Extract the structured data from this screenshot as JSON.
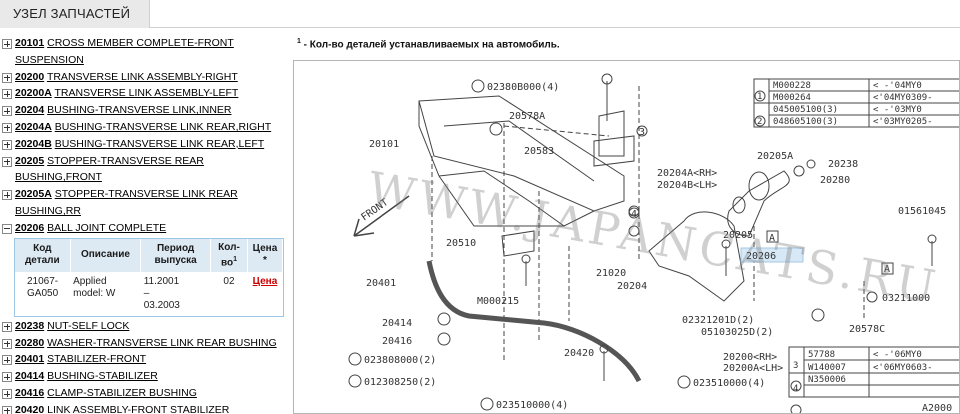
{
  "header": {
    "tab_label": "УЗЕЛ ЗАПЧАСТЕЙ"
  },
  "parts": [
    {
      "code": "20101",
      "name": "CROSS MEMBER COMPLETE-FRONT SUSPENSION",
      "expanded": false
    },
    {
      "code": "20200",
      "name": "TRANSVERSE LINK ASSEMBLY-RIGHT",
      "expanded": false
    },
    {
      "code": "20200A",
      "name": "TRANSVERSE LINK ASSEMBLY-LEFT",
      "expanded": false
    },
    {
      "code": "20204",
      "name": "BUSHING-TRANSVERSE LINK,INNER",
      "expanded": false
    },
    {
      "code": "20204A",
      "name": "BUSHING-TRANSVERSE LINK REAR,RIGHT",
      "expanded": false
    },
    {
      "code": "20204B",
      "name": "BUSHING-TRANSVERSE LINK REAR,LEFT",
      "expanded": false
    },
    {
      "code": "20205",
      "name": "STOPPER-TRANSVERSE REAR BUSHING,FRONT",
      "expanded": false
    },
    {
      "code": "20205A",
      "name": "STOPPER-TRANSVERSE LINK REAR BUSHING,RR",
      "expanded": false
    },
    {
      "code": "20206",
      "name": "BALL JOINT COMPLETE",
      "expanded": true
    },
    {
      "code": "20238",
      "name": "NUT-SELF LOCK",
      "expanded": false
    },
    {
      "code": "20280",
      "name": "WASHER-TRANSVERSE LINK REAR BUSHING",
      "expanded": false
    },
    {
      "code": "20401",
      "name": "STABILIZER-FRONT",
      "expanded": false
    },
    {
      "code": "20414",
      "name": "BUSHING-STABILIZER",
      "expanded": false
    },
    {
      "code": "20416",
      "name": "CLAMP-STABILIZER BUSHING",
      "expanded": false
    },
    {
      "code": "20420",
      "name": "LINK ASSEMBLY-FRONT STABILIZER",
      "expanded": false
    }
  ],
  "detail_table": {
    "headers": {
      "part_no": "Код детали",
      "description": "Описание",
      "period": "Период выпуска",
      "qty": "Кол-во",
      "qty_sup": "1",
      "price": "Цена *"
    },
    "rows": [
      {
        "part_no": "21067-GA050",
        "description": "Applied model: W",
        "period_from": "11.2001",
        "period_dash": "–",
        "period_to": "03.2003",
        "qty": "02",
        "price": "Цена"
      }
    ]
  },
  "note": {
    "sup": "1",
    "text": " - Кол-во деталей устанавливаемых на автомобиль."
  },
  "diagram": {
    "watermark": "WWW.JAPANCATS.RU",
    "figure_id": "A2000",
    "front_label": "FRONT",
    "callouts": {
      "p23808": "02380B000(4)",
      "p20578A": "20578A",
      "p20101": "20101",
      "p20583": "20583",
      "p20204A": "20204A<RH>",
      "p20204B": "20204B<LH>",
      "p20205A": "20205A",
      "p20238": "20238",
      "p20280": "20280",
      "p20510": "20510",
      "p20205": "20205",
      "p20206": "20206",
      "p20401": "20401",
      "p20204": "20204",
      "pM000215": "M000215",
      "p21020": "21020",
      "p20414": "20414",
      "p20416": "20416",
      "p20420": "20420",
      "p02321201": "02321201D(2)",
      "p05103025": "05103025D(2)",
      "p20200": "20200<RH>",
      "p20200A": "20200A<LH>",
      "p023808000": "023808000(2)",
      "p012308250": "012308250(2)",
      "p023510000": "023510000(4)",
      "p023510000b": "023510000(4)",
      "p20578C": "20578C",
      "p01561045": "01561045",
      "p03211000": "03211000",
      "boxA1": "A",
      "boxA2": "A",
      "n3": "3",
      "n4": "4"
    },
    "legend_top": [
      {
        "num": "1",
        "code": "M000228",
        "range": "<   -'04MY0"
      },
      {
        "num": "",
        "code": "M000264",
        "range": "<'04MY0309-"
      },
      {
        "num": "2",
        "code": "045005100(3)",
        "range": "<   -'03MY0"
      },
      {
        "num": "",
        "code": "048605100(3)",
        "range": "<'03MY0205-"
      }
    ],
    "legend_bottom": [
      {
        "num": "3",
        "code": "57788",
        "range": "<   -'06MY0"
      },
      {
        "num": "",
        "code": "W140007",
        "range": "<'06MY0603-"
      },
      {
        "num": "4",
        "code": "N350006",
        "range": ""
      }
    ]
  }
}
